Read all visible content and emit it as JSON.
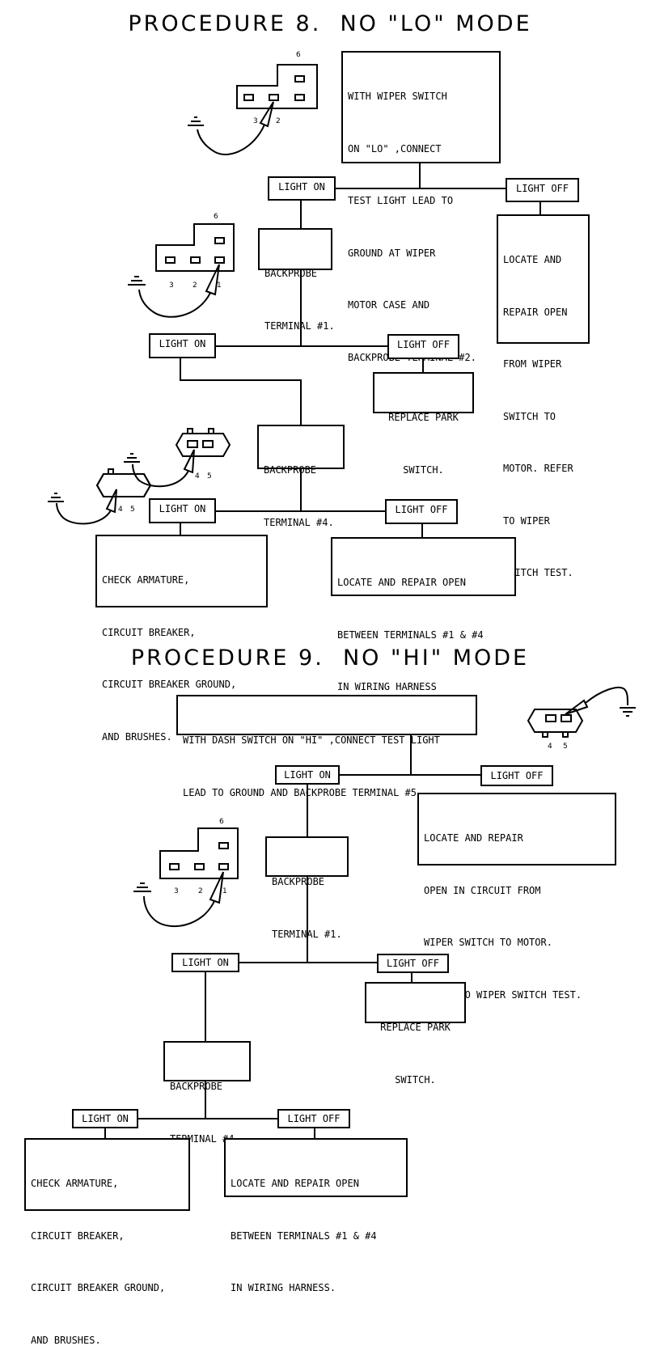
{
  "procedure8": {
    "title": "PROCEDURE 8.  NO \"LO\" MODE",
    "start": [
      "WITH WIPER SWITCH",
      "ON \"LO\" ,CONNECT",
      "TEST LIGHT LEAD TO",
      "GROUND AT WIPER",
      "MOTOR CASE AND",
      "BACKPROBE TERMINAL #2."
    ],
    "light_on_1": "LIGHT ON",
    "light_off_1": "LIGHT OFF",
    "off_1_action": [
      "LOCATE AND",
      "REPAIR OPEN",
      "FROM WIPER",
      "SWITCH TO",
      "MOTOR. REFER",
      "TO WIPER",
      "SWITCH TEST."
    ],
    "backprobe_1": [
      "BACKPROBE",
      "TERMINAL #1."
    ],
    "light_on_2": "LIGHT ON",
    "light_off_2": "LIGHT OFF",
    "off_2_action": [
      "REPLACE PARK",
      "SWITCH."
    ],
    "backprobe_2": [
      "BACKPROBE",
      "TERMINAL #4."
    ],
    "light_on_3": "LIGHT ON",
    "light_off_3": "LIGHT OFF",
    "on_3_action": [
      "CHECK ARMATURE,",
      "CIRCUIT BREAKER,",
      "CIRCUIT BREAKER GROUND,",
      "AND BRUSHES."
    ],
    "off_3_action": [
      "LOCATE AND REPAIR OPEN",
      "BETWEEN TERMINALS #1 & #4",
      "IN WIRING HARNESS"
    ],
    "connector_a": {
      "top": "6",
      "left": "3",
      "right": "2"
    },
    "connector_b": {
      "top": "6",
      "left": "3",
      "mid": "2",
      "right": "1"
    },
    "connector_c": {
      "left": "4",
      "right": "5"
    }
  },
  "procedure9": {
    "title": "PROCEDURE 9.  NO \"HI\" MODE",
    "start": [
      "WITH DASH SWITCH ON \"HI\" ,CONNECT TEST LIGHT",
      "LEAD TO GROUND AND BACKPROBE TERMINAL #5."
    ],
    "light_on_1": "LIGHT ON",
    "light_off_1": "LIGHT OFF",
    "off_1_action": [
      "LOCATE AND REPAIR",
      "OPEN IN CIRCUIT FROM",
      "WIPER SWITCH TO MOTOR.",
      "REFER TO WIPER SWITCH TEST."
    ],
    "backprobe_1": [
      "BACKPROBE",
      "TERMINAL #1."
    ],
    "light_on_2": "LIGHT ON",
    "light_off_2": "LIGHT OFF",
    "off_2_action": [
      "REPLACE PARK",
      "SWITCH."
    ],
    "backprobe_2": [
      "BACKPROBE",
      "TERMINAL #4."
    ],
    "light_on_3": "LIGHT ON",
    "light_off_3": "LIGHT OFF",
    "on_3_action": [
      "CHECK ARMATURE,",
      "CIRCUIT BREAKER,",
      "CIRCUIT BREAKER GROUND,",
      "AND BRUSHES."
    ],
    "off_3_action": [
      "LOCATE AND REPAIR OPEN",
      "BETWEEN TERMINALS #1 & #4",
      "IN WIRING HARNESS."
    ],
    "connector_a": {
      "left": "4",
      "right": "5"
    },
    "connector_b": {
      "top": "6",
      "left": "3",
      "mid": "2",
      "right": "1"
    },
    "connector_c": {
      "left": "4",
      "right": "5"
    }
  }
}
